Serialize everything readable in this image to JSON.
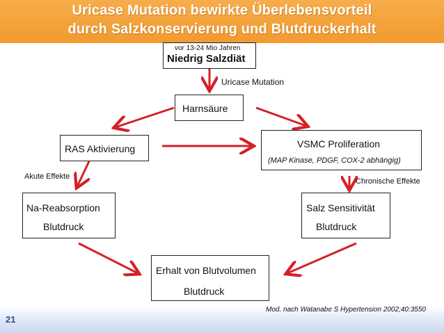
{
  "title": {
    "line1": "Uricase Mutation bewirkte Überlebensvorteil",
    "line2": "durch Salzkonservierung und Blutdruckerhalt"
  },
  "top_box": {
    "era": "vor 13-24 Mio Jahren",
    "label": "Niedrig Salzdiät"
  },
  "uricase_label": "Uricase Mutation",
  "harnsaeure": "Harnsäure",
  "ras": "RAS Aktivierung",
  "vsmc": {
    "label": "VSMC Proliferation",
    "detail": "(MAP Kinase, PDGF, COX-2 abhängig)"
  },
  "akute_label": "Akute Effekte",
  "chronische_label": "Chronische Effekte",
  "na_box": {
    "line1": "Na-Reabsorption",
    "line2": "Blutdruck"
  },
  "salz_box": {
    "line1": "Salz Sensitivität",
    "line2": "Blutdruck"
  },
  "bottom_box": {
    "line1": "Erhalt von Blutvolumen",
    "line2": "Blutdruck"
  },
  "citation": "Mod. nach Watanabe S  Hypertension 2002;40:3550",
  "slide_number": "21",
  "colors": {
    "title_bar": "#f29a2e",
    "arrow": "#d42027",
    "band": "#c9d8f0"
  }
}
